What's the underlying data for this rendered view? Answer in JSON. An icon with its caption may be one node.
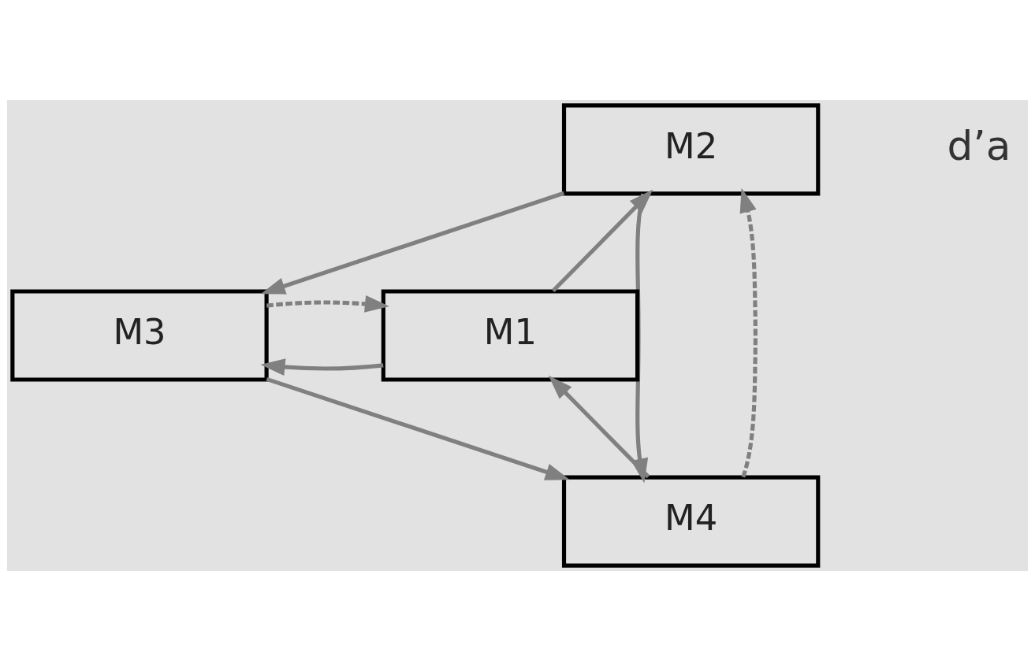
{
  "diagram": {
    "nodes": [
      {
        "text": [
          "M2"
        ]
      },
      {
        "text": [
          "M1"
        ]
      },
      {
        "text": [
          "M3"
        ]
      },
      {
        "text": [
          "M4"
        ]
      }
    ],
    "edges": [
      {
        "from": 1,
        "to": 0,
        "arrow": "to"
      },
      {
        "from": 0,
        "to": 2,
        "arrow": "to"
      },
      {
        "from": 1,
        "to": 2,
        "arrow": "to"
      },
      {
        "from": 2,
        "to": 1,
        "arrow": "to",
        "style": "dashed"
      },
      {
        "from": 0,
        "to": 3,
        "arrow": "to"
      },
      {
        "from": 3,
        "to": 0,
        "arrow": "to",
        "style": "dashed"
      },
      {
        "from": 2,
        "to": 3,
        "arrow": "to"
      },
      {
        "from": 3,
        "to": 1,
        "arrow": "to"
      }
    ],
    "labels": [
      "d’a"
    ]
  }
}
